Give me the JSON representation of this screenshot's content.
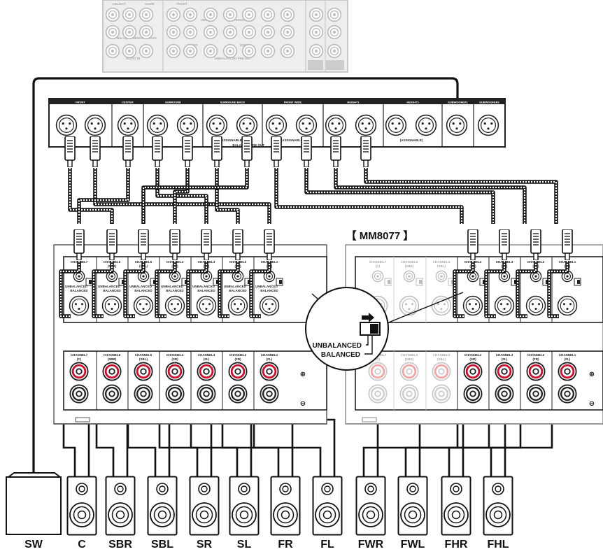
{
  "model_label": "【 MM8077 】",
  "avr": {
    "top_panel_labels": [
      "CBL/SAT",
      "GAME",
      "DVD",
      "CD",
      "Blu-ray",
      "MEDIA PLAYER",
      "AUDIO IN",
      "FRONT",
      "SURROUND",
      "CENTER",
      "ZONE2",
      "ZONE3",
      "UNBALANCED PRE OUT"
    ],
    "xlr_sections": [
      "FRONT",
      "CENTER",
      "SURROUND",
      "SURROUND BACK",
      "FRONT WIDE",
      "HEIGHT1",
      "HEIGHT2",
      "SUBWOOFER1",
      "SUBWOOFER2"
    ],
    "assignable_labels": [
      "(ASSIGNABLE)",
      "(ASSIGNABLE)",
      "(ASSIGNABLE)"
    ],
    "balanced_label": "BALANCED",
    "pre_out_label": "PRE OUT"
  },
  "amp_left": {
    "channels": [
      {
        "name": "CHANNEL7",
        "sub": "(C)"
      },
      {
        "name": "CHANNEL6",
        "sub": "(SBR)"
      },
      {
        "name": "CHANNEL5",
        "sub": "(SBL)"
      },
      {
        "name": "CHANNEL4",
        "sub": "(SR)"
      },
      {
        "name": "CHANNEL3",
        "sub": "(SL)"
      },
      {
        "name": "CHANNEL2",
        "sub": "(FR)"
      },
      {
        "name": "CHANNEL1",
        "sub": "(FL)"
      }
    ],
    "switch_labels": [
      "UNBALANCED",
      "BALANCED"
    ]
  },
  "amp_right": {
    "channels": [
      {
        "name": "CHANNEL7",
        "sub": "(C)"
      },
      {
        "name": "CHANNEL6",
        "sub": "(SBR)"
      },
      {
        "name": "CHANNEL5",
        "sub": "(SBL)"
      },
      {
        "name": "CHANNEL4",
        "sub": "(SR)"
      },
      {
        "name": "CHANNEL3",
        "sub": "(SL)"
      },
      {
        "name": "CHANNEL2",
        "sub": "(FR)"
      },
      {
        "name": "CHANNEL1",
        "sub": "(FL)"
      }
    ]
  },
  "callout": {
    "unbalanced": "UNBALANCED",
    "balanced": "BALANCED"
  },
  "polarity": {
    "plus": "⊕",
    "minus": "⊖"
  },
  "speakers": [
    "SW",
    "C",
    "SBR",
    "SBL",
    "SR",
    "SL",
    "FR",
    "FL",
    "FWR",
    "FWL",
    "FHR",
    "FHL"
  ]
}
